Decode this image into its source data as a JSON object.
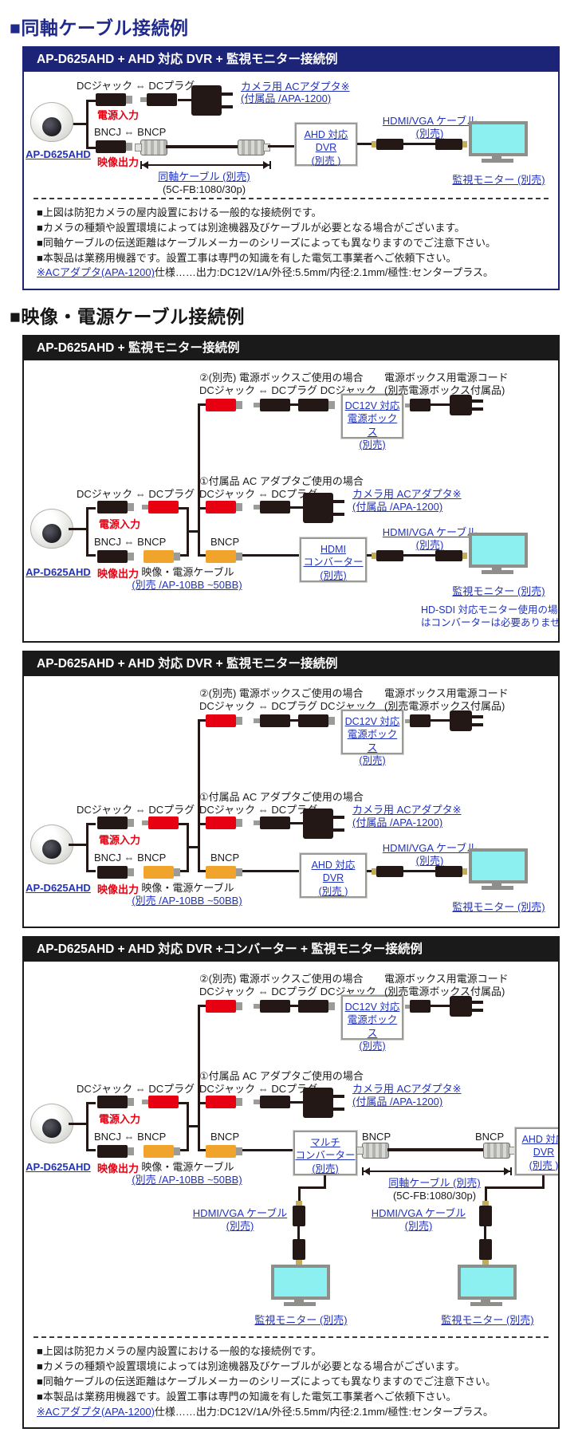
{
  "sections": {
    "coax_header": "■同軸ケーブル接続例",
    "av_header": "■映像・電源ケーブル接続例"
  },
  "panel_titles": {
    "p1": "AP-D625AHD + AHD 対応 DVR + 監視モニター接続例",
    "p2": "AP-D625AHD + 監視モニター接続例",
    "p3": "AP-D625AHD + AHD 対応 DVR + 監視モニター接続例",
    "p4": "AP-D625AHD + AHD 対応 DVR +コンバーター + 監視モニター接続例"
  },
  "labels": {
    "camera_model": "AP-D625AHD",
    "dc_pair": "DCジャック ⇔ DCプラグ",
    "dc_triple": "DCジャック ⇔ DCプラグ  DCジャック",
    "power_in": "電源入力",
    "video_out": "映像出力",
    "bnc_pair": "BNCJ ⇔ BNCP",
    "bncp": "BNCP",
    "case1": "①付属品 AC アダプタご使用の場合",
    "case2": "②(別売) 電源ボックスご使用の場合",
    "ac_adapter_1": "カメラ用 ACアダプタ※",
    "ac_adapter_2": "(付属品 /APA-1200)",
    "power_cord_1": "電源ボックス用電源コード",
    "power_cord_2": "(別売電源ボックス付属品)",
    "power_box_1": "DC12V 対応",
    "power_box_2": "電源ボックス",
    "power_box_3": "(別売)",
    "ahd_dvr_1": "AHD 対応",
    "ahd_dvr_2": "DVR",
    "ahd_dvr_3": "(別売 )",
    "hdmi_conv_1": "HDMI",
    "hdmi_conv_2": "コンバーター",
    "hdmi_conv_3": "(別売)",
    "multi_conv_1": "マルチ",
    "multi_conv_2": "コンバーター",
    "multi_conv_3": "(別売)",
    "hdmi_vga_1": "HDMI/VGA ケーブル",
    "hdmi_vga_2": "(別売)",
    "coax_cable": "同軸ケーブル (別売)",
    "coax_spec": "(5C-FB:1080/30p)",
    "av_cable_1": "映像・電源ケーブル",
    "av_cable_2": "(別売 /AP-10BB ~50BB)",
    "monitor": "監視モニター (別売)",
    "hdsdi_1": "HD-SDI 対応モニター使用の場合",
    "hdsdi_2": "はコンバーターは必要ありません。"
  },
  "notes": {
    "n1": "■上図は防犯カメラの屋内設置における一般的な接続例です。",
    "n2": "■カメラの種類や設置環境によっては別途機器及びケーブルが必要となる場合がございます。",
    "n3": "■同軸ケーブルの伝送距離はケーブルメーカーのシリーズによっても異なりますのでご注意下さい。",
    "n4": "■本製品は業務用機器です。設置工事は専門の知識を有した電気工事業者へご依頼下さい。",
    "n5_link": "※ACアダプタ(APA-1200)",
    "n5_rest": "仕様……出力:DC12V/1A/外径:5.5mm/内径:2.1mm/極性:センタープラス。"
  },
  "colors": {
    "navy": "#1c2478",
    "bar_dark": "#1a1a1a",
    "link": "#2233bb",
    "red": "#e60012",
    "yellow": "#f0a42c",
    "screen": "#8df0f0",
    "ink": "#231815"
  }
}
